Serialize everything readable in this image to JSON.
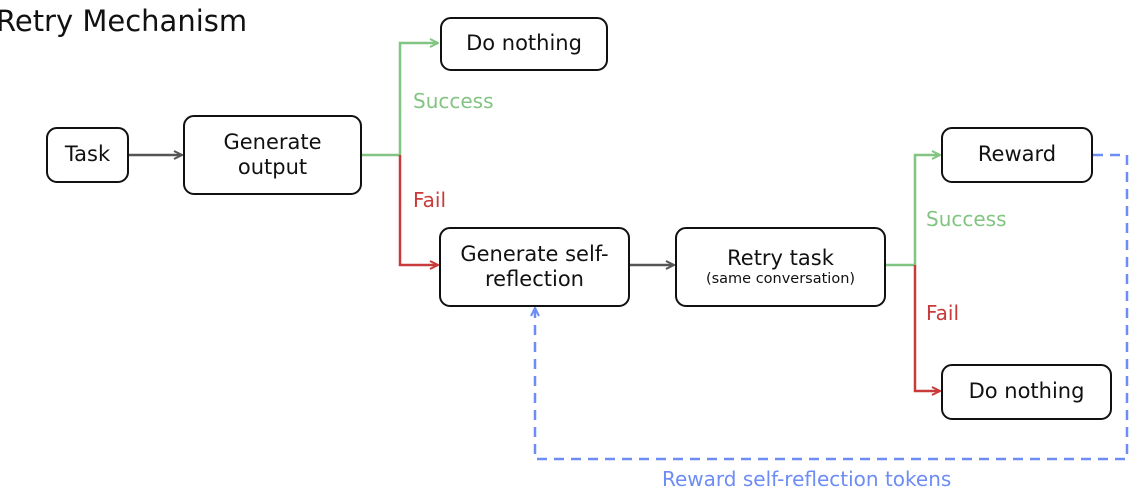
{
  "title": "Retry Mechanism",
  "nodes": {
    "task": {
      "label": "Task"
    },
    "generate_output": {
      "label": "Generate output"
    },
    "do_nothing_top": {
      "label": "Do nothing"
    },
    "generate_self_reflection": {
      "label": "Generate self-reflection"
    },
    "retry_task": {
      "label": "Retry task",
      "note": "(same conversation)"
    },
    "reward": {
      "label": "Reward"
    },
    "do_nothing_bottom": {
      "label": "Do nothing"
    }
  },
  "edges": {
    "success_1": "Success",
    "fail_1": "Fail",
    "success_2": "Success",
    "fail_2": "Fail",
    "reward_loop": "Reward self-reflection tokens"
  },
  "colors": {
    "neutral": "#555555",
    "success": "#82c482",
    "fail": "#c93a3a",
    "reward": "#6d8cf5"
  }
}
